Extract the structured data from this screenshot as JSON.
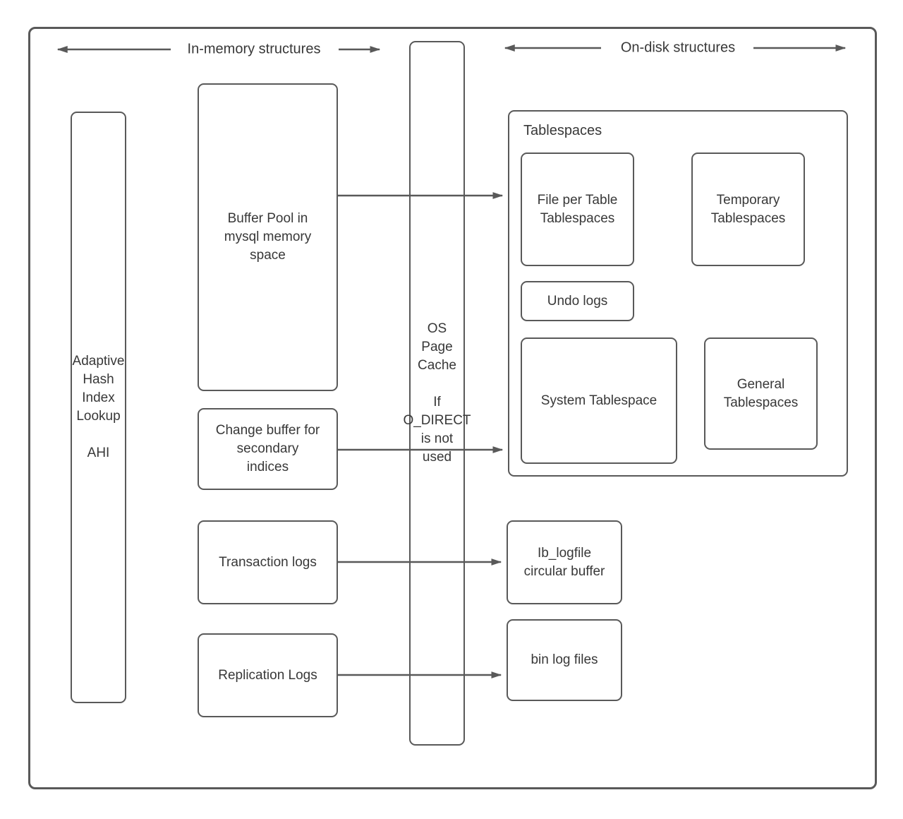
{
  "headers": {
    "in_memory": "In-memory structures",
    "on_disk": "On-disk structures"
  },
  "in_memory": {
    "ahi": "Adaptive\nHash\nIndex\nLookup\n\nAHI",
    "buffer_pool": "Buffer Pool in\nmysql memory\nspace",
    "change_buffer": "Change buffer for\nsecondary\nindices",
    "transaction_logs": "Transaction logs",
    "replication_logs": "Replication Logs"
  },
  "cache": {
    "os_page_cache": "OS\nPage\nCache\n\nIf\nO_DIRECT\nis not\nused"
  },
  "on_disk": {
    "tablespaces_title": "Tablespaces",
    "file_per_table": "File per Table\nTablespaces",
    "temporary": "Temporary\nTablespaces",
    "undo_logs": "Undo logs",
    "system_tablespace": "System Tablespace",
    "general_tablespaces": "General\nTablespaces",
    "ib_logfile": "Ib_logfile\ncircular buffer",
    "bin_log_files": "bin log files"
  },
  "colors": {
    "stroke": "#595959",
    "text": "#383838",
    "background": "#ffffff"
  }
}
